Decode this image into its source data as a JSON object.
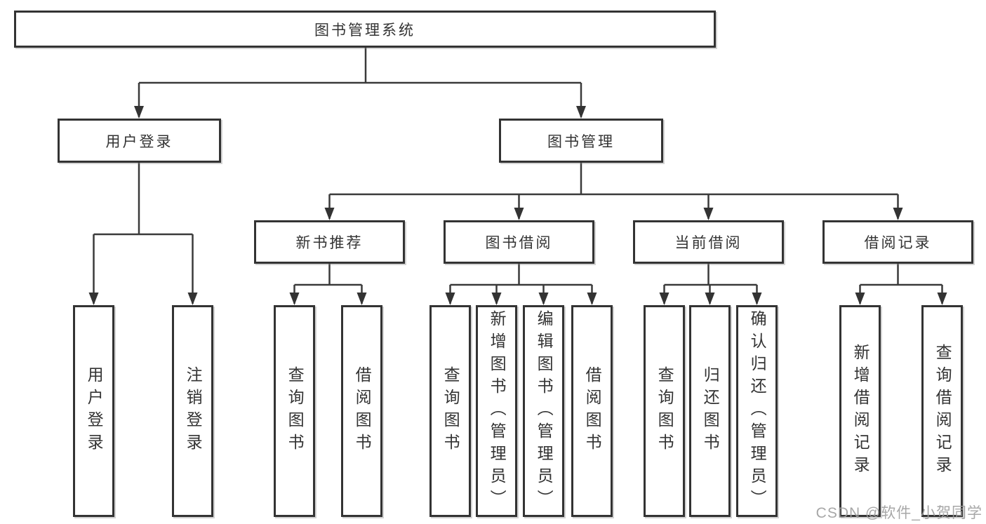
{
  "diagram": {
    "root": {
      "label": "图书管理系统"
    },
    "branches": [
      {
        "label": "用户登录",
        "children": [
          {
            "label": "用户登录"
          },
          {
            "label": "注销登录"
          }
        ]
      },
      {
        "label": "图书管理",
        "groups": [
          {
            "label": "新书推荐",
            "children": [
              {
                "label": "查询图书"
              },
              {
                "label": "借阅图书"
              }
            ]
          },
          {
            "label": "图书借阅",
            "children": [
              {
                "label": "查询图书"
              },
              {
                "label": "新增图书（管理员）"
              },
              {
                "label": "编辑图书（管理员）"
              },
              {
                "label": "借阅图书"
              }
            ]
          },
          {
            "label": "当前借阅",
            "children": [
              {
                "label": "查询图书"
              },
              {
                "label": "归还图书"
              },
              {
                "label": "确认归还（管理员）"
              }
            ]
          },
          {
            "label": "借阅记录",
            "children": [
              {
                "label": "新增借阅记录"
              },
              {
                "label": "查询借阅记录"
              }
            ]
          }
        ]
      }
    ]
  },
  "watermark": {
    "text": "CSDN @软件_小贺同学"
  },
  "colors": {
    "box_border": "#333333",
    "line": "#3a3a3a",
    "text": "#333333",
    "watermark": "#9e9e9e",
    "background": "#ffffff"
  }
}
